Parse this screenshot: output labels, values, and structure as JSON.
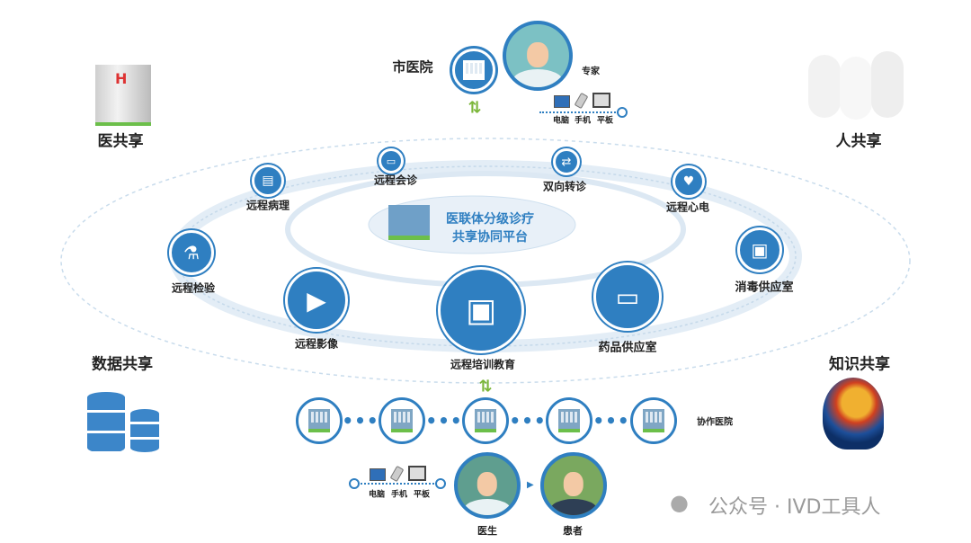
{
  "corners": {
    "medical": "医共享",
    "people": "人共享",
    "data": "数据共享",
    "knowledge": "知识共享"
  },
  "top": {
    "hospital": "市医院",
    "expert": "专家",
    "devices": [
      "电脑",
      "手机",
      "平板"
    ]
  },
  "center": {
    "line1": "医联体分级诊疗",
    "line2": "共享协同平台"
  },
  "services": {
    "consult": "远程会诊",
    "referral": "双向转诊",
    "pathology": "远程病理",
    "ecg": "远程心电",
    "lab": "远程检验",
    "sterile": "消毒供应室",
    "imaging": "远程影像",
    "pharmacy": "药品供应室",
    "training": "远程培训教育"
  },
  "bottom": {
    "partner": "协作医院",
    "doctor": "医生",
    "patient": "患者",
    "devices": [
      "电脑",
      "手机",
      "平板"
    ]
  },
  "watermark": "公众号 · IVD工具人",
  "colors": {
    "primary": "#2f7fc1",
    "arrow": "#7bb63a"
  }
}
